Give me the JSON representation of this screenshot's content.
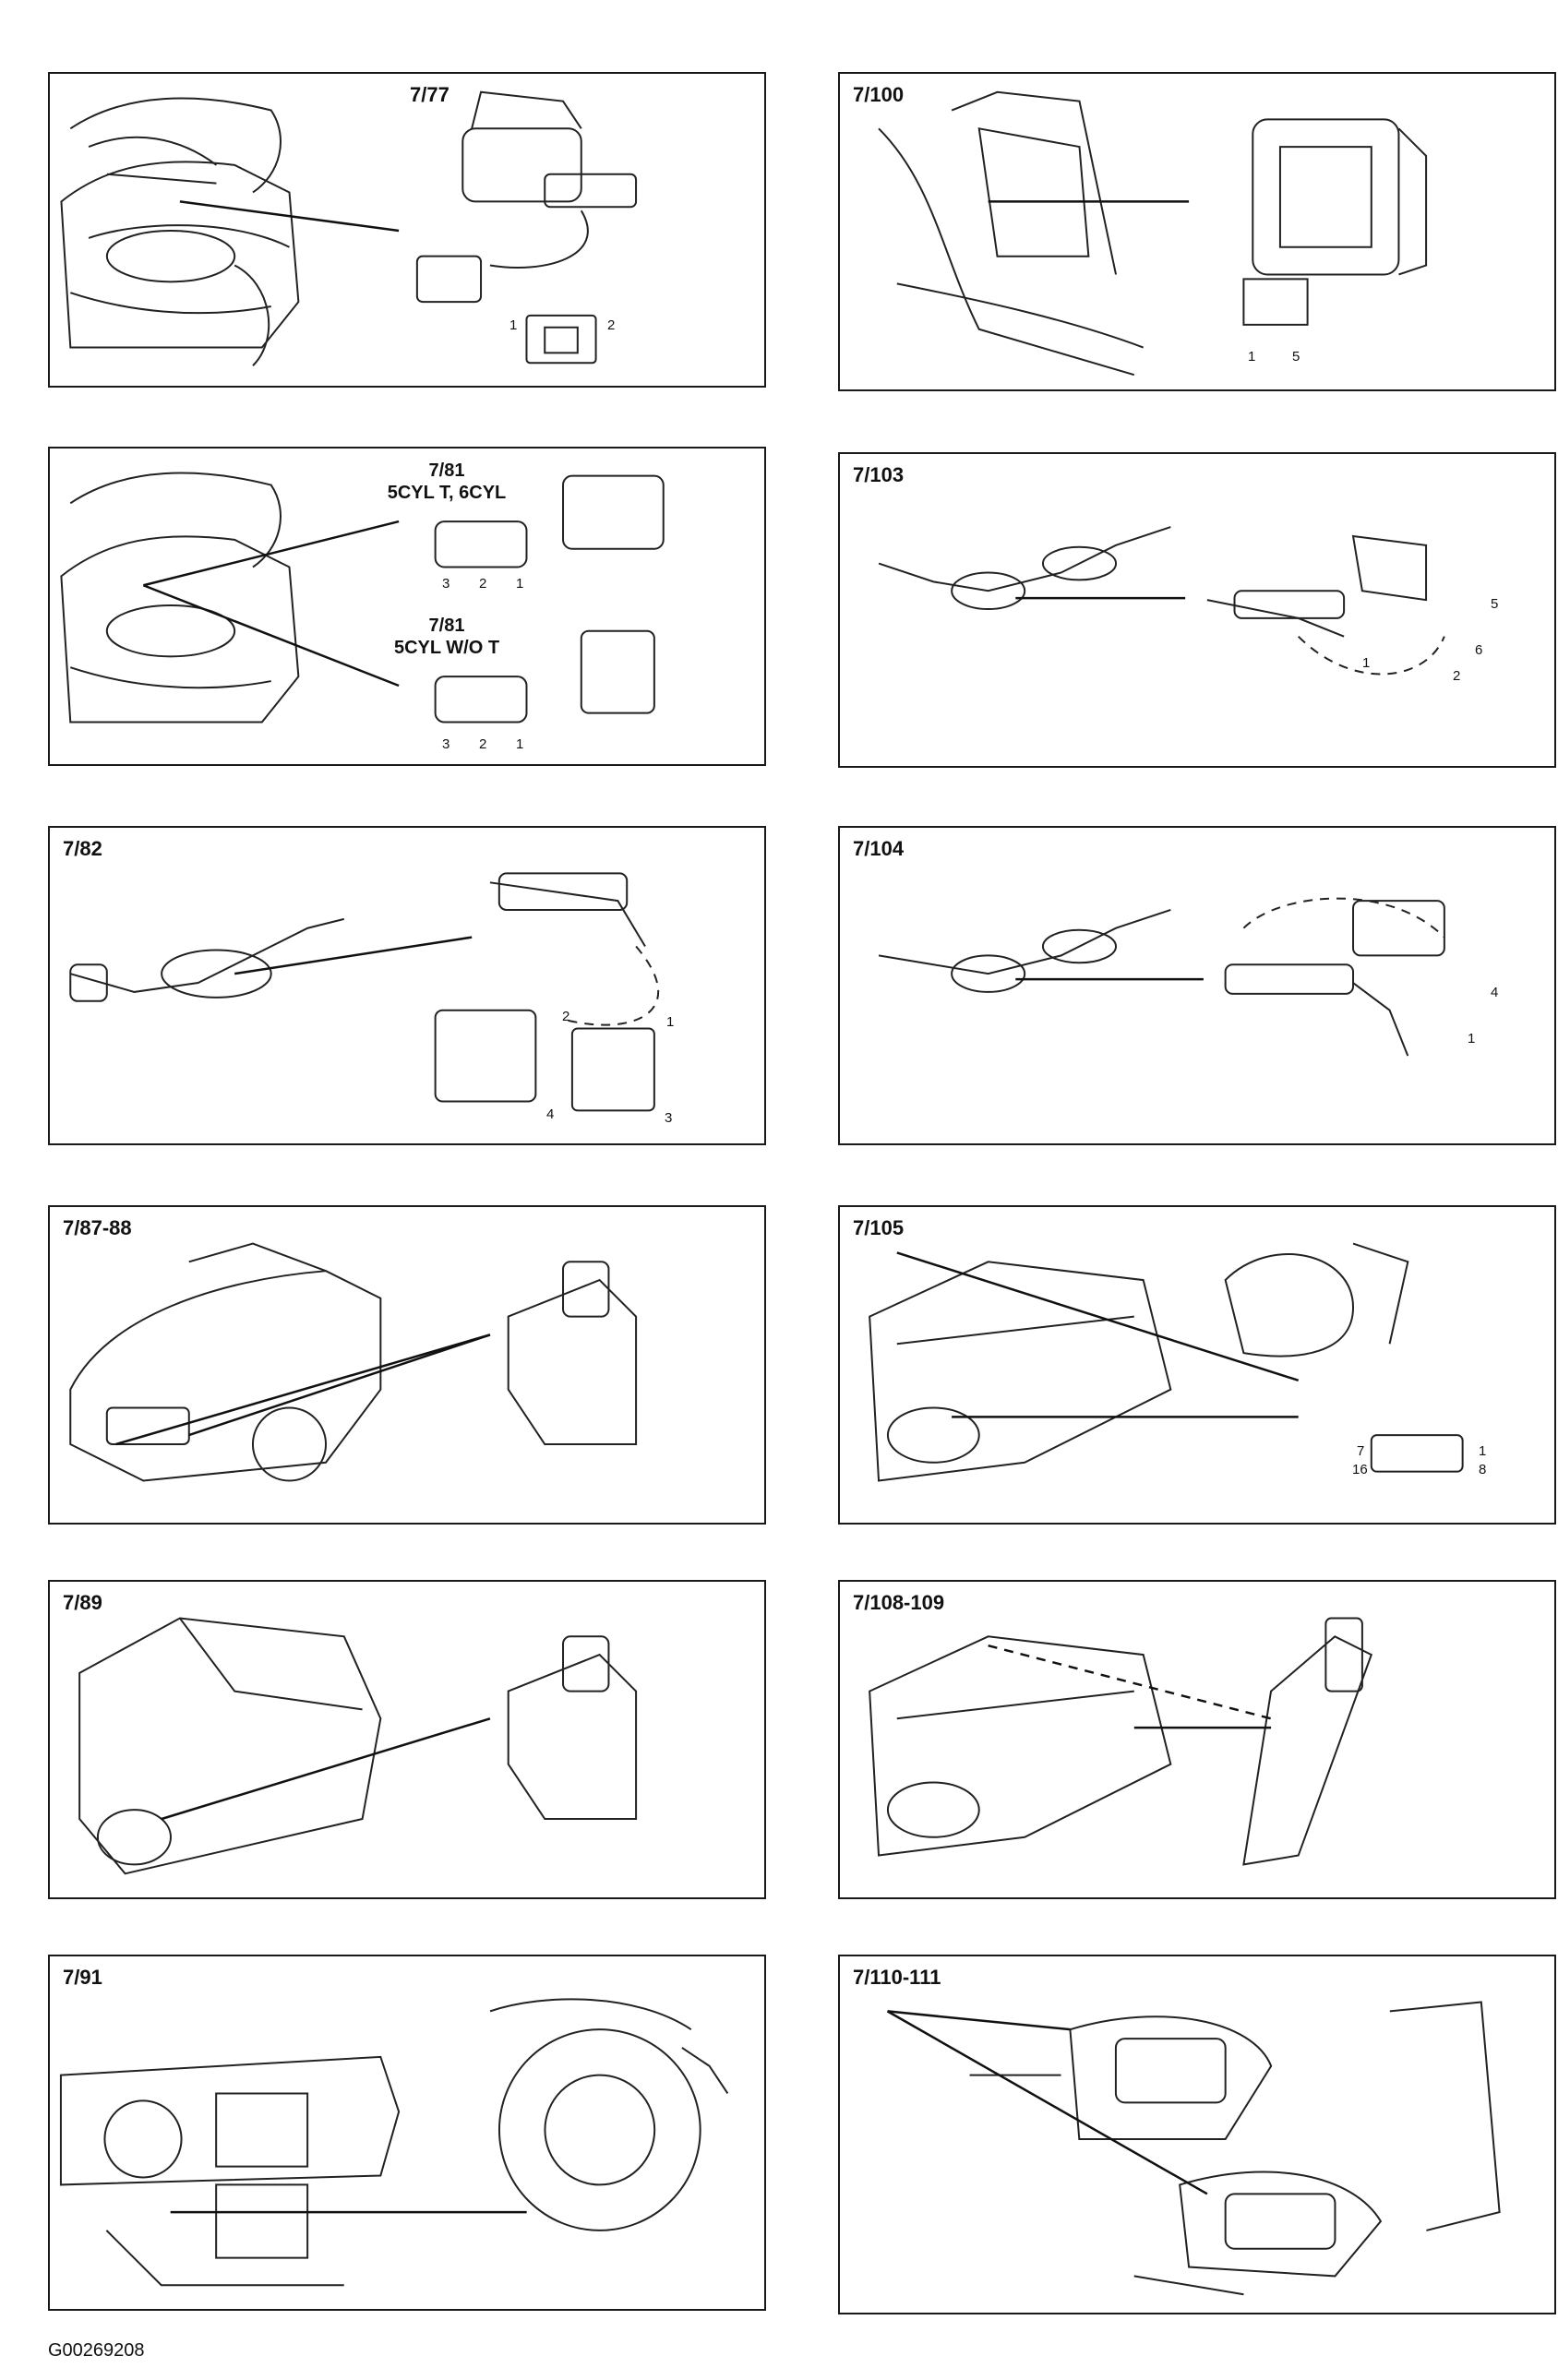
{
  "panels": [
    {
      "id": "7/77"
    },
    {
      "id": "7/100",
      "pins": [
        "1",
        "5"
      ]
    },
    {
      "id": "7/81",
      "subtitle": "5CYL T, 6CYL",
      "id_b": "7/81",
      "subtitle_b": "5CYL W/O T",
      "pins": [
        "3",
        "2",
        "1"
      ],
      "pins_b": [
        "3",
        "2",
        "1"
      ]
    },
    {
      "id": "7/103",
      "pins": [
        "5",
        "6",
        "1",
        "2"
      ]
    },
    {
      "id": "7/82",
      "pins": [
        "2",
        "1",
        "4",
        "3"
      ]
    },
    {
      "id": "7/104",
      "pins": [
        "4",
        "1"
      ]
    },
    {
      "id": "7/87-88"
    },
    {
      "id": "7/105",
      "pins": [
        "7",
        "1",
        "16",
        "8"
      ]
    },
    {
      "id": "7/89"
    },
    {
      "id": "7/108-109"
    },
    {
      "id": "7/91"
    },
    {
      "id": "7/110-111"
    }
  ],
  "footer_code": "G00269208",
  "pin_labels_77": [
    "1",
    "2"
  ]
}
